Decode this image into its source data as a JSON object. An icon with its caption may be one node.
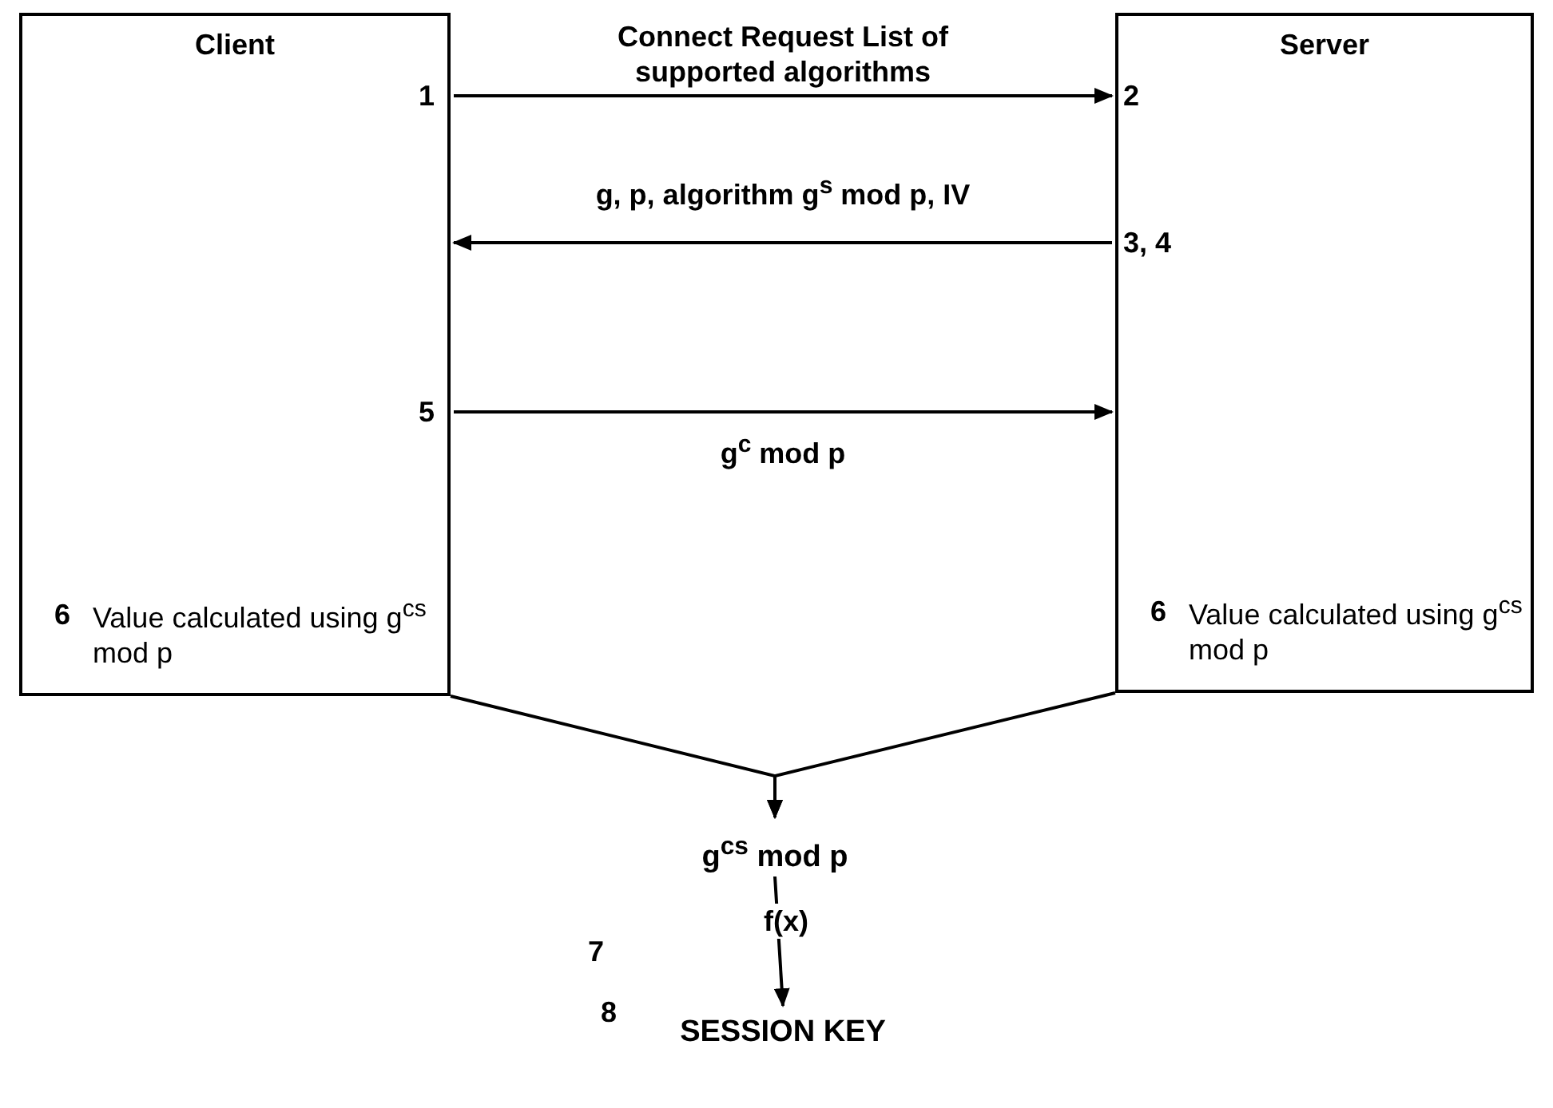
{
  "diagram": {
    "nodes": [
      {
        "text": [
          "Client",
          "6",
          "Value calculated using g$^{cs}$ mod p"
        ]
      },
      {
        "text": [
          "Server",
          "6",
          "Value calculated using g$^{cs}$ mod p"
        ]
      },
      {
        "text": [
          "g$^{cs}$ mod p"
        ]
      },
      {
        "text": [
          "SESSION KEY"
        ]
      }
    ],
    "edges": [
      {
        "from": 0,
        "to": 1,
        "arrow": "to",
        "label": "Connect Request List of supported algorithms"
      },
      {
        "from": 1,
        "to": 0,
        "arrow": "to",
        "label": "g, p, algorithm g$^{s}$ mod p, IV"
      },
      {
        "from": 0,
        "to": 1,
        "arrow": "to",
        "label": "g$^{c}$ mod p"
      },
      {
        "from": 0,
        "to": 2,
        "arrow": "to"
      },
      {
        "from": 1,
        "to": 2,
        "arrow": "to"
      },
      {
        "from": 2,
        "to": 3,
        "arrow": "to",
        "label": "f(x)"
      }
    ],
    "labels": [
      "1",
      "2",
      "3, 4",
      "5",
      "7",
      "8"
    ]
  }
}
